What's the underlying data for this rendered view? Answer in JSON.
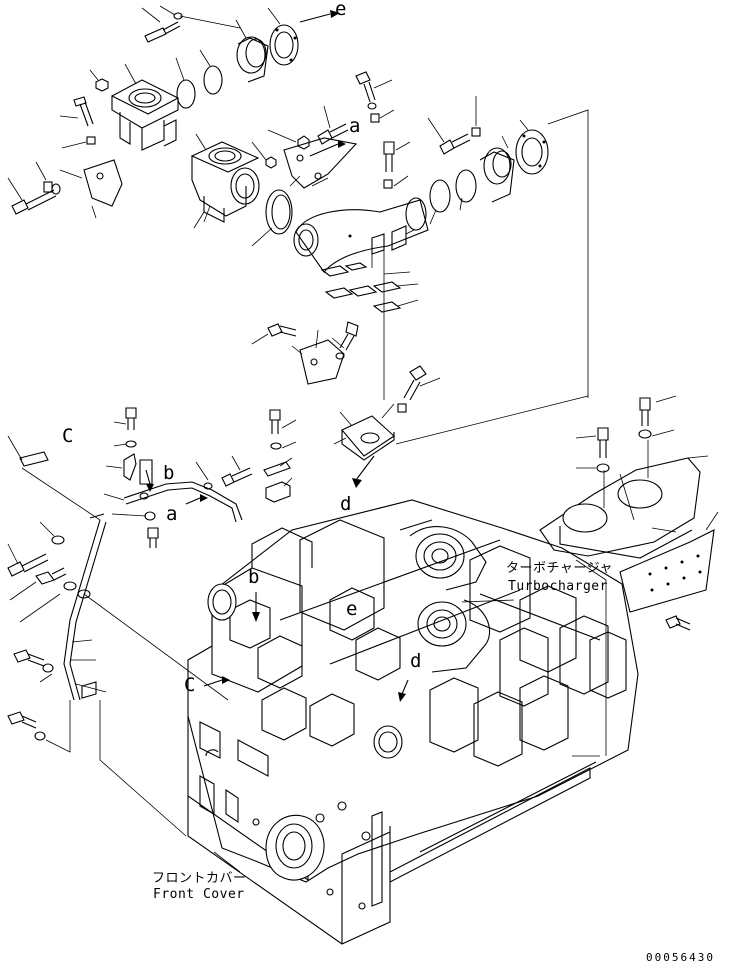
{
  "diagram": {
    "ref_letters": {
      "e_top": "e",
      "a_upper": "a",
      "c_left": "C",
      "b_mid": "b",
      "a_mid": "a",
      "d_mid": "d",
      "b_engine": "b",
      "c_engine": "C",
      "d_engine": "d",
      "e_engine": "e"
    },
    "callouts": {
      "turbocharger_jp": "ターボチャージャ",
      "turbocharger_en": "Turbocharger",
      "front_cover_jp": "フロントカバー",
      "front_cover_en": "Front Cover"
    },
    "document_number": "00056430"
  }
}
